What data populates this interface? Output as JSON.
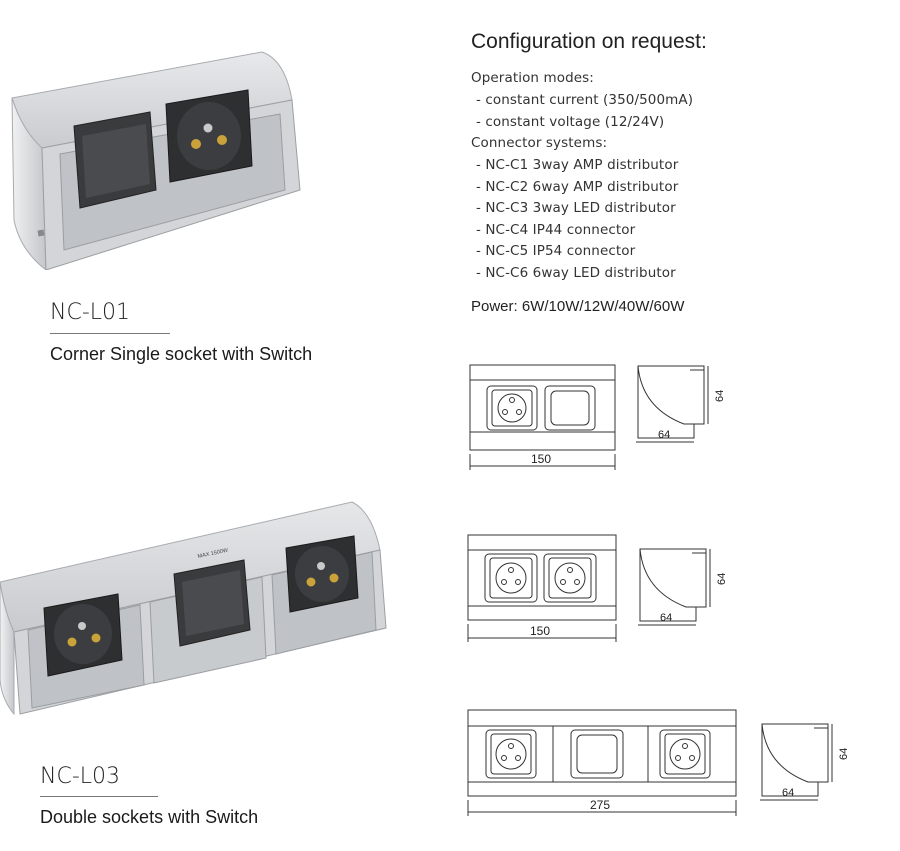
{
  "config": {
    "title": "Configuration on request:",
    "lines": [
      {
        "text": "Operation modes:",
        "sub": false
      },
      {
        "text": "- constant current (350/500mA)",
        "sub": true
      },
      {
        "text": "- constant voltage (12/24V)",
        "sub": true
      },
      {
        "text": "Connector systems:",
        "sub": false
      },
      {
        "text": "- NC-C1 3way AMP distributor",
        "sub": true
      },
      {
        "text": "- NC-C2 6way AMP distributor",
        "sub": true
      },
      {
        "text": "- NC-C3 3way LED distributor",
        "sub": true
      },
      {
        "text": "- NC-C4 IP44 connector",
        "sub": true
      },
      {
        "text": "- NC-C5 IP54 connector",
        "sub": true
      },
      {
        "text": "- NC-C6 6way LED distributor",
        "sub": true
      }
    ],
    "power": "Power: 6W/10W/12W/40W/60W"
  },
  "products": [
    {
      "code": "NC-L01",
      "description": "Corner Single socket with Switch"
    },
    {
      "code": "NC-L03",
      "description": "Double sockets with Switch"
    }
  ],
  "photo_label": "MAX 1500W",
  "drawings": [
    {
      "width_label": "150",
      "side_width_label": "64",
      "side_height_label": "64"
    },
    {
      "width_label": "150",
      "side_width_label": "64",
      "side_height_label": "64"
    },
    {
      "width_label": "275",
      "side_width_label": "64",
      "side_height_label": "64"
    }
  ],
  "colors": {
    "housing": "#b9bcc0",
    "face": "#d9dbdd",
    "socket": "#2e2f31",
    "pin": "#c9a23a"
  }
}
